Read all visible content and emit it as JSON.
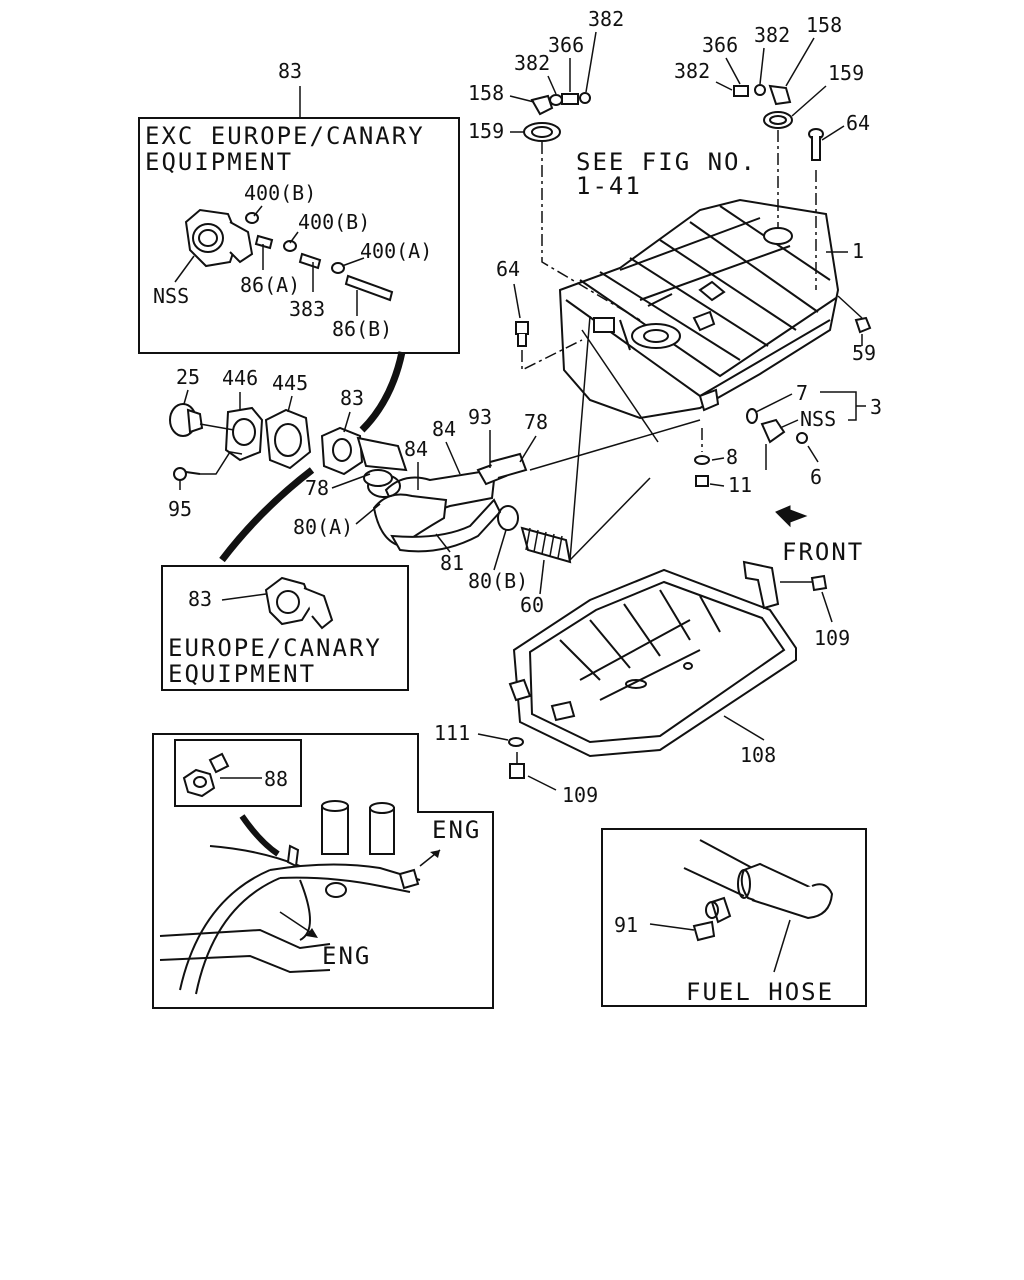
{
  "diagram": {
    "inset_exc_europe": {
      "title_line1": "EXC EUROPE/CANARY",
      "title_line2": "EQUIPMENT",
      "callouts": [
        "400(B)",
        "400(B)",
        "400(A)",
        "NSS",
        "86(A)",
        "383",
        "86(B)"
      ]
    },
    "inset_europe": {
      "title_line1": "EUROPE/CANARY",
      "title_line2": "EQUIPMENT",
      "callout": "83"
    },
    "inset_engine": {
      "callout": "88",
      "arrow_label_upper": "ENG",
      "arrow_label_lower": "ENG"
    },
    "inset_fuel_hose": {
      "callout": "91",
      "caption": "FUEL HOSE"
    },
    "see_fig": {
      "line1": "SEE FIG NO.",
      "line2": "1-41"
    },
    "front_label": "FRONT",
    "callouts": {
      "c83_top": "83",
      "c382_a": "382",
      "c366_a": "366",
      "c382_b": "382",
      "c158_a": "158",
      "c159_a": "159",
      "c366_b": "366",
      "c382_c": "382",
      "c158_b": "158",
      "c382_d": "382",
      "c159_b": "159",
      "c64_a": "64",
      "c1": "1",
      "c64_b": "64",
      "c59": "59",
      "c7": "7",
      "c3": "3",
      "c_nss": "NSS",
      "c8": "8",
      "c6": "6",
      "c11": "11",
      "c25": "25",
      "c446": "446",
      "c445": "445",
      "c83_mid": "83",
      "c93": "93",
      "c78_a": "78",
      "c84_a": "84",
      "c84_b": "84",
      "c78_b": "78",
      "c95": "95",
      "c80a": "80(A)",
      "c81": "81",
      "c80b": "80(B)",
      "c60": "60",
      "c109_a": "109",
      "c108": "108",
      "c111": "111",
      "c109_b": "109"
    }
  }
}
